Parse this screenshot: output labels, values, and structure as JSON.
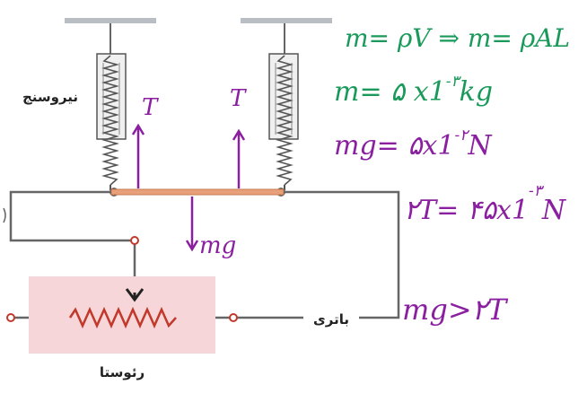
{
  "labels": {
    "spring_balance": "نیروسنج",
    "battery": "باتری",
    "rheostat": "رئوستا",
    "tension_left": "T",
    "tension_right": "T",
    "weight": "mg"
  },
  "notes": {
    "line1": "m= ρV ⇒ m= ρAL",
    "line2_base": "m= ۵ x1",
    "line2_exp": "-۳",
    "line2_unit": "kg",
    "line3_base": "mg= ۵x1",
    "line3_exp": "-۲",
    "line3_unit": "N",
    "line4_base": "۲T= ۴۵x1",
    "line4_exp": "-۳",
    "line4_unit": "N",
    "line5": "mg>۲T"
  },
  "colors": {
    "ink_green": "#1a9a5a",
    "ink_purple": "#8a1fa0",
    "wire": "#666666",
    "resistor": "#c0392b",
    "rheostat_bg": "#f6d6d8",
    "rod": "#e8a07a"
  }
}
